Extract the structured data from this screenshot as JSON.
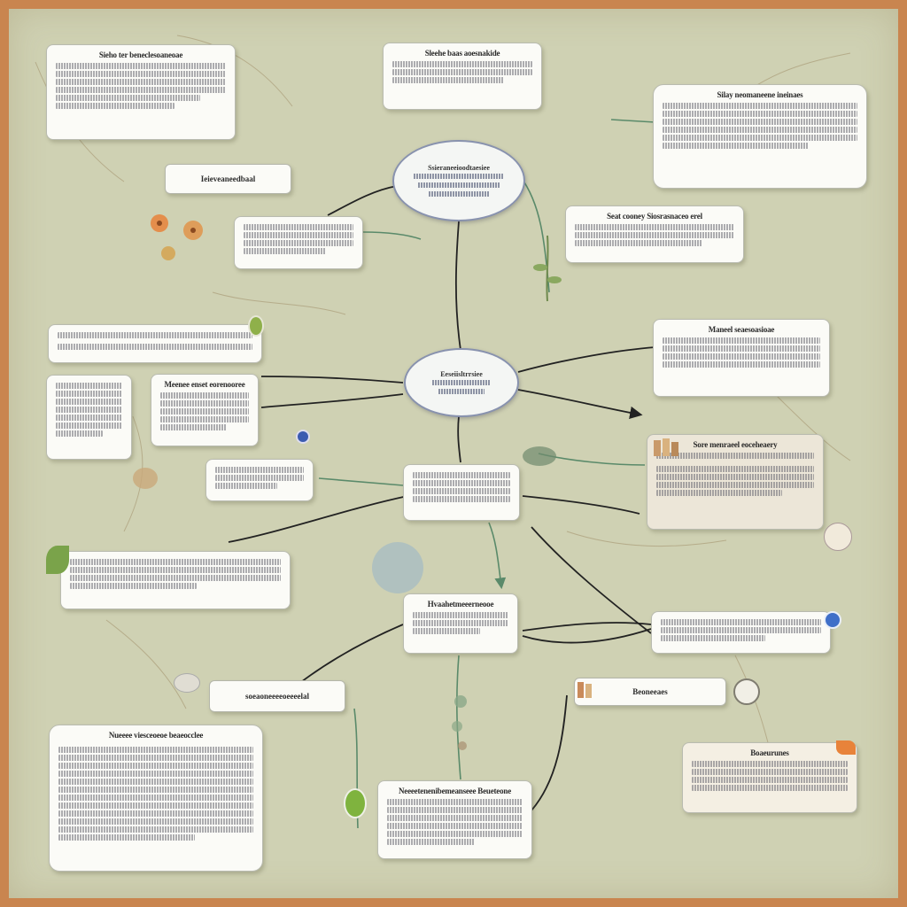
{
  "colors": {
    "frame": "#c9854f",
    "background": "#cfd1b3",
    "card": "#fbfbf7",
    "connector": "#222222",
    "hub_border": "#8892ae",
    "accent_green": "#7fa33a",
    "accent_blue": "#3f6fc8",
    "accent_orange": "#e8833a"
  },
  "cards": {
    "top_left": {
      "title": "Sieho ter beneclesoaneoae"
    },
    "top_center": {
      "title": "Sleehe baas aoesnakide"
    },
    "top_right": {
      "title": "Silay neomaneene ineinaes"
    },
    "left_mid": {
      "title": ""
    },
    "right_upper": {
      "title": "Seat cooney Siosrasnaceo erel"
    },
    "left_bar": {
      "title": ""
    },
    "right_mid": {
      "title": "Maneel seaesoasioae"
    },
    "left_small_a": {
      "title": ""
    },
    "left_small_b": {
      "title": "Meenee enset eorenooree"
    },
    "right_brown": {
      "title": "Sore menraeel eoceheaery"
    },
    "center_box": {
      "title": ""
    },
    "left_small_c": {
      "title": ""
    },
    "left_wide": {
      "title": ""
    },
    "center_lower": {
      "title": "Hvaahetmeeerneooe"
    },
    "right_pill": {
      "title": ""
    },
    "bottom_left": {
      "title": "Nueeee viesceoeoe beaeocclee"
    },
    "bottom_center": {
      "title": "Neeeetenenibemeanseee Beueteone"
    },
    "bottom_right": {
      "title": "Boaeurunes"
    }
  },
  "tags": {
    "upper_left": "Ieieveaneedbaal",
    "lower_left": "soeaoneeeeoeeeelal",
    "lower_right": "Beoneeaes"
  },
  "hubs": {
    "top": {
      "title": "Ssieraneeioodtaesiee"
    },
    "center": {
      "title": "Eeseiisltrrsiee"
    }
  }
}
